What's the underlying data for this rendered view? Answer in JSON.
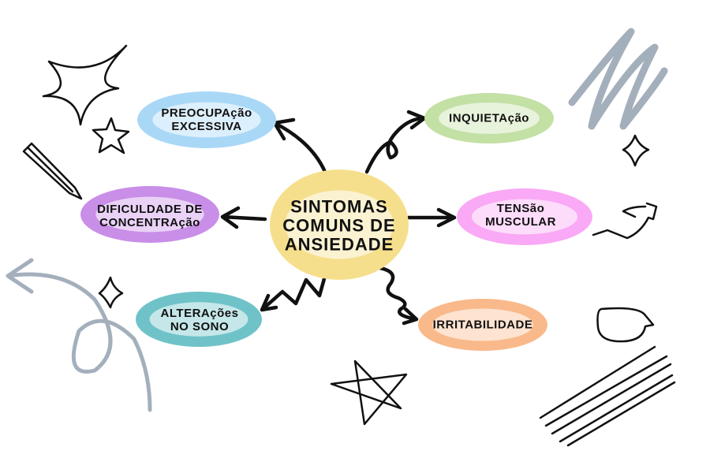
{
  "center": {
    "line1": "SINTOMAS",
    "line2": "COMUNS DE",
    "line3": "ANSIEDADE",
    "color": "#f6df8c"
  },
  "nodes": [
    {
      "id": "preocupacao",
      "line1": "PREOCUPAção",
      "line2": "EXCESSIVA",
      "color": "#a9d8f7"
    },
    {
      "id": "inquietacao",
      "line1": "INQUIETAção",
      "color": "#c3e0a5"
    },
    {
      "id": "dificuldade",
      "line1": "DIFICULDADE DE",
      "line2": "CONCENTRAção",
      "color": "#c98ee8"
    },
    {
      "id": "tensao",
      "line1": "TENSão",
      "line2": "MUSCULAR",
      "color": "#f9a9f5"
    },
    {
      "id": "alteracoes",
      "line1": "ALTERAções",
      "line2": "NO SONO",
      "color": "#6fc3c8"
    },
    {
      "id": "irritabilidade",
      "line1": "IRRITABILIDADE",
      "color": "#f9b98a"
    }
  ]
}
